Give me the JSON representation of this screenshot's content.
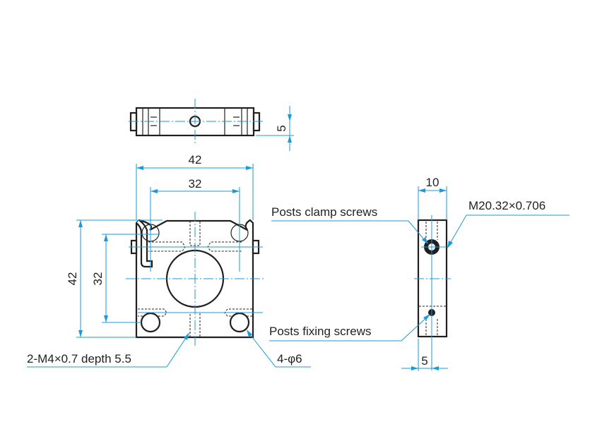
{
  "dimensions": {
    "top_view_thickness": "5",
    "front_width_outer": "42",
    "front_width_holes": "32",
    "front_height_outer": "42",
    "front_height_holes": "32",
    "side_width": "10",
    "side_offset": "5"
  },
  "callouts": {
    "posts_clamp_screws": "Posts clamp screws",
    "thread_spec": "M20.32×0.706",
    "posts_fixing_screws": "Posts fixing screws",
    "tapped_holes": "2-M4×0.7 depth 5.5",
    "through_holes": "4-φ6"
  },
  "colors": {
    "dimension_line": "#1a9bd7",
    "outline": "#231f20"
  }
}
